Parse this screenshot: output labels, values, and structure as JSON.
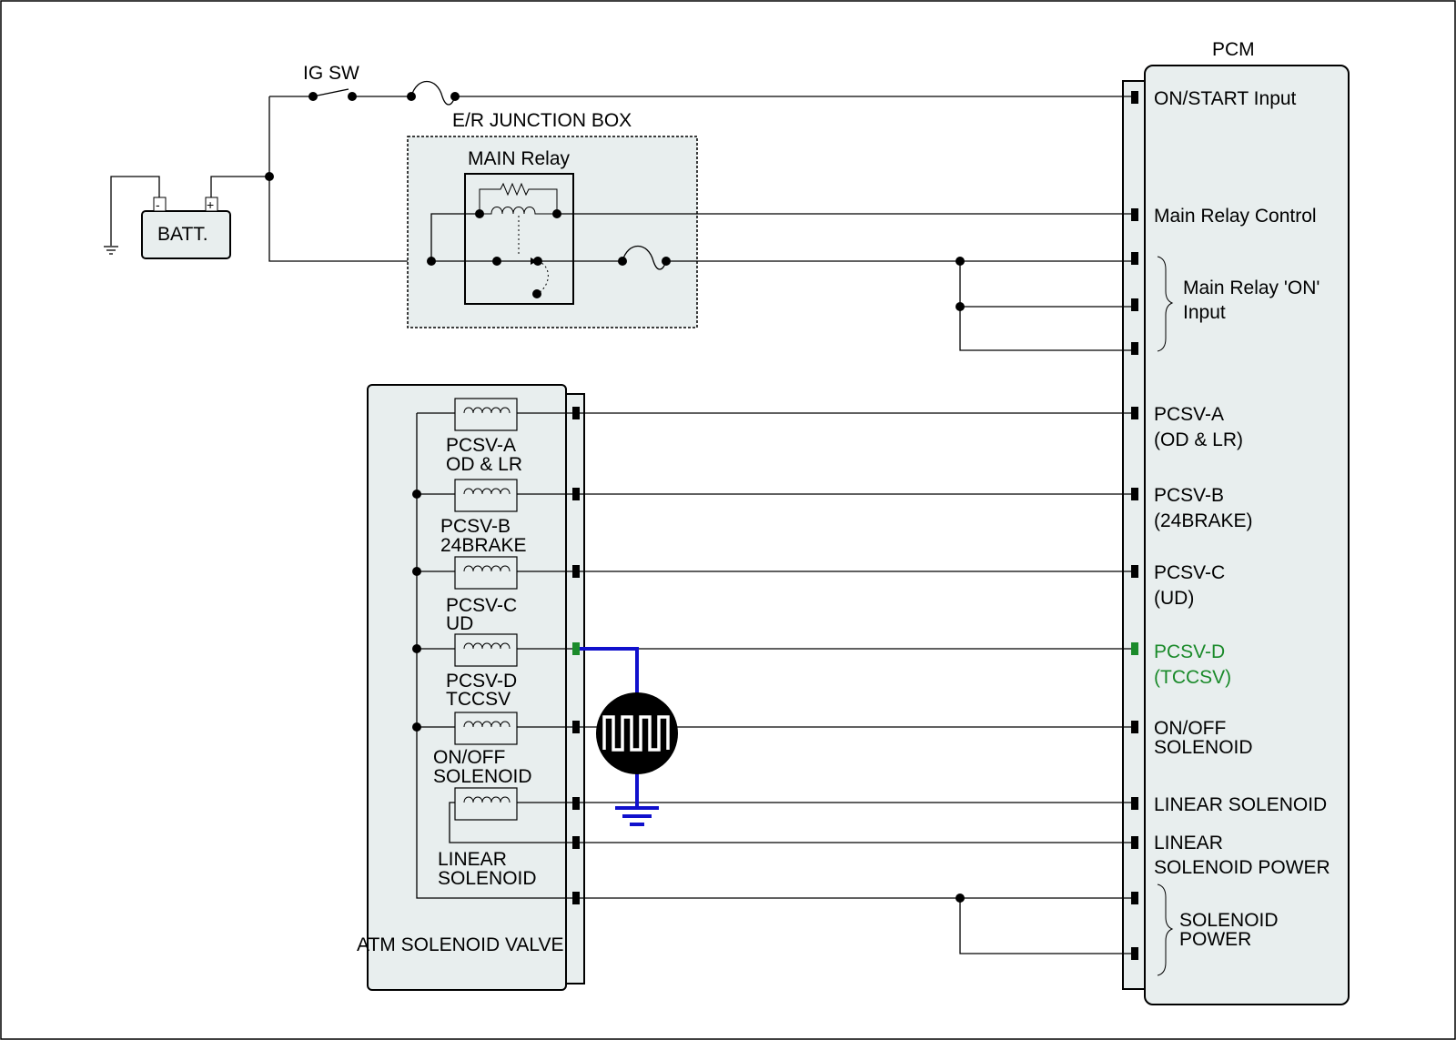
{
  "labels": {
    "pcm": "PCM",
    "ig_sw": "IG SW",
    "er_junction_box": "E/R JUNCTION BOX",
    "main_relay": "MAIN Relay",
    "batt": "BATT.",
    "batt_neg": "-",
    "batt_pos": "+",
    "atm_solenoid_valve": "ATM SOLENOID VALVE"
  },
  "pcm_pins": [
    {
      "line1": "ON/START Input",
      "line2": ""
    },
    {
      "line1": "Main Relay Control",
      "line2": ""
    },
    {
      "line1": "Main Relay 'ON'",
      "line2": "Input"
    },
    {
      "line1": "PCSV-A",
      "line2": "(OD & LR)"
    },
    {
      "line1": "PCSV-B",
      "line2": "(24BRAKE)"
    },
    {
      "line1": "PCSV-C",
      "line2": "(UD)"
    },
    {
      "line1": "PCSV-D",
      "line2": "(TCCSV)"
    },
    {
      "line1": "ON/OFF",
      "line2": "SOLENOID"
    },
    {
      "line1": "LINEAR SOLENOID",
      "line2": ""
    },
    {
      "line1": "LINEAR",
      "line2": "SOLENOID POWER"
    },
    {
      "line1": "SOLENOID",
      "line2": "POWER"
    }
  ],
  "solenoids": [
    {
      "line1": "PCSV-A",
      "line2": "OD & LR"
    },
    {
      "line1": "PCSV-B",
      "line2": "24BRAKE"
    },
    {
      "line1": "PCSV-C",
      "line2": "UD"
    },
    {
      "line1": "PCSV-D",
      "line2": "TCCSV"
    },
    {
      "line1": "ON/OFF",
      "line2": "SOLENOID"
    },
    {
      "line1": "LINEAR",
      "line2": "SOLENOID"
    }
  ],
  "colors": {
    "highlight": "#1a8a2a",
    "probe_wire": "#1010cc",
    "panel_fill": "#e8eeee"
  },
  "icons": {
    "probe": "oscilloscope-square-wave-icon",
    "ground": "ground-icon"
  }
}
